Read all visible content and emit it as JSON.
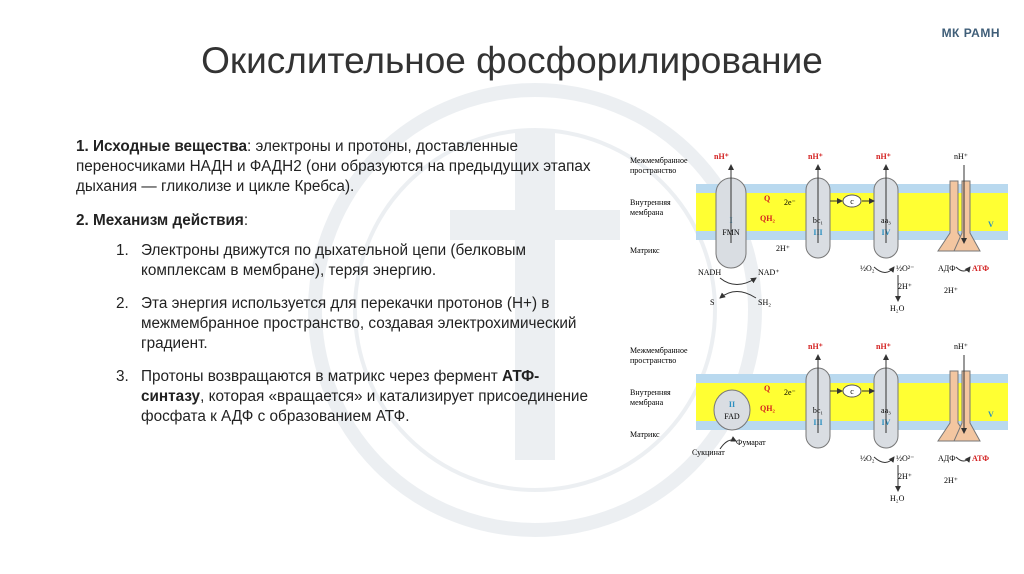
{
  "brand": "МК РАМН",
  "title": "Окислительное фосфорилирование",
  "section1": {
    "heading": "1. Исходные вещества",
    "text": ": электроны и протоны, доставленные переносчиками НАДН и ФАДН2 (они образуются на предыдущих этапах дыхания — гликолизе и цикле Кребса)."
  },
  "section2": {
    "heading": "2. Механизм действия",
    "colon": ":",
    "items": [
      {
        "num": "1.",
        "text": "Электроны движутся по дыхательной цепи (белковым комплексам в мембране), теряя энергию."
      },
      {
        "num": "2.",
        "text": "Эта энергия используется для перекачки протонов (H+) в межмембранное пространство, создавая электрохимический градиент."
      },
      {
        "num": "3.",
        "pre": "Протоны возвращаются в матрикс через фермент ",
        "bold": "АТФ-синтазу",
        "post": ", которая «вращается» и катализирует присоединение фосфата к АДФ с образованием АТФ."
      }
    ]
  },
  "diagram": {
    "labels": {
      "intermembrane": [
        "Межмембранное",
        "пространство"
      ],
      "inner_membrane": [
        "Внутренняя",
        "мембрана"
      ],
      "matrix": "Матрикс"
    },
    "top": {
      "complex1": [
        "I",
        "FMN"
      ],
      "complex3": [
        "bc₁",
        "III"
      ],
      "complex4": [
        "aa₃",
        "IV"
      ],
      "complex5": "V",
      "nh_red": [
        "nH⁺",
        "nH⁺",
        "nH⁺"
      ],
      "nh_black": "nH⁺",
      "q": "Q",
      "qh2": "QH₂",
      "two_e": "2e⁻",
      "c": "c",
      "two_h": "2H⁺",
      "nadh": "NADH",
      "nad": "NAD⁺",
      "s": "S",
      "sh2": "SH₂",
      "half_o2": "½O₂",
      "o2_minus": "½O²⁻",
      "adf": "АДФ",
      "atf": "АТФ",
      "two_h_b": "2H⁺",
      "h2o": "H₂O"
    },
    "bottom": {
      "complex2": [
        "II",
        "FAD"
      ],
      "complex3": [
        "bc₁",
        "III"
      ],
      "complex4": [
        "aa₃",
        "IV"
      ],
      "complex5": "V",
      "nh_red": [
        "nH⁺",
        "nH⁺"
      ],
      "nh_black": "nH⁺",
      "q": "Q",
      "qh2": "QH₂",
      "two_e": "2e⁻",
      "c": "c",
      "succinate": "Сукцинат",
      "fumarate": "Фумарат",
      "half_o2": "½O₂",
      "o2_minus": "½O²⁻",
      "adf": "АДФ",
      "atf": "АТФ",
      "two_h_b": "2H⁺",
      "h2o": "H₂O"
    },
    "colors": {
      "membrane_yellow": "#ffff33",
      "membrane_blue": "#b9d9ef",
      "protein": "#d9dde2",
      "atp_synthase": "#f3c6a0",
      "complex_label": "#2a8fc0",
      "red": "#d32020"
    }
  }
}
